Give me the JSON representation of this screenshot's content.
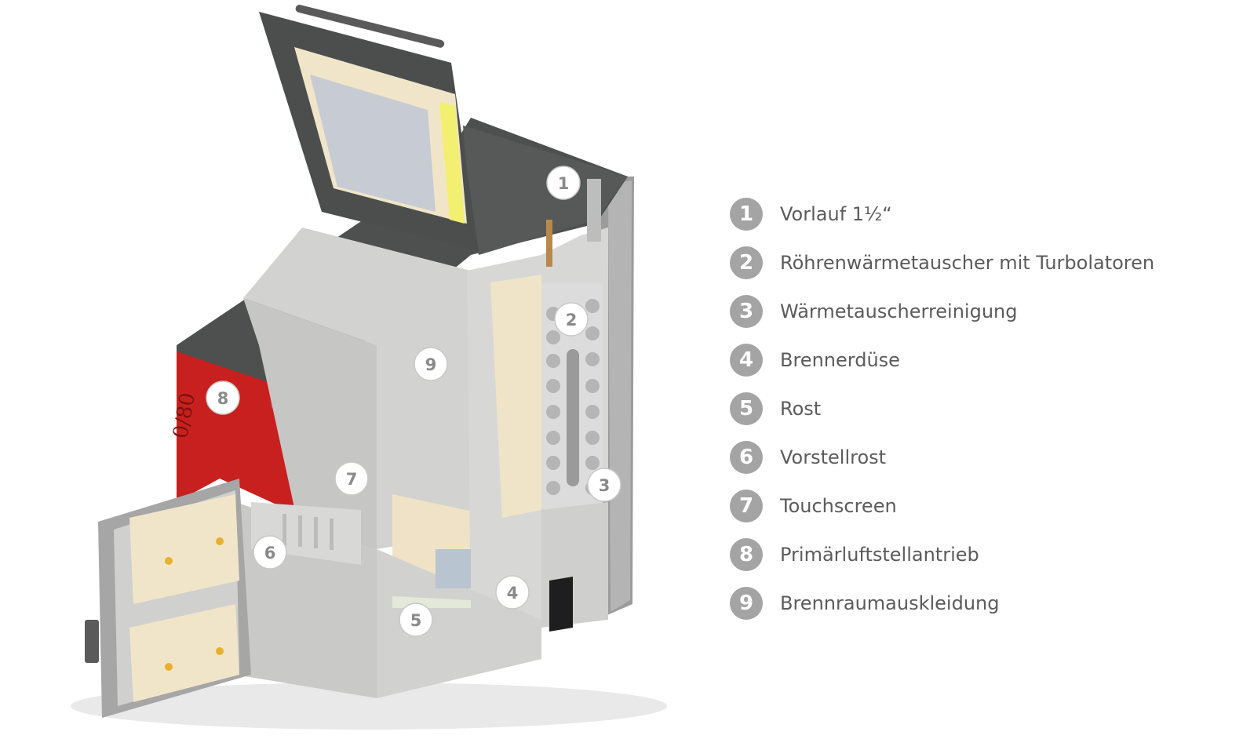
{
  "legend": {
    "items": [
      {
        "number": "1",
        "label": "Vorlauf 1½“"
      },
      {
        "number": "2",
        "label": "Röhrenwärmetauscher mit Turbolatoren"
      },
      {
        "number": "3",
        "label": "Wärmetauscherreinigung"
      },
      {
        "number": "4",
        "label": "Brennerdüse"
      },
      {
        "number": "5",
        "label": "Rost"
      },
      {
        "number": "6",
        "label": "Vorstellrost"
      },
      {
        "number": "7",
        "label": "Touchscreen"
      },
      {
        "number": "8",
        "label": "Primärluftstellantrieb"
      },
      {
        "number": "9",
        "label": "Brennraumauskleidung"
      }
    ]
  },
  "callouts": [
    "1",
    "2",
    "3",
    "4",
    "5",
    "6",
    "7",
    "8",
    "9"
  ],
  "colors": {
    "badge": "#a4a4a4",
    "label": "#5b5b5b",
    "housing_red": "#c8201e",
    "housing_dark": "#4a4d4c",
    "chamber_grey": "#d4d4d2",
    "insulation": "#efe2c6"
  }
}
